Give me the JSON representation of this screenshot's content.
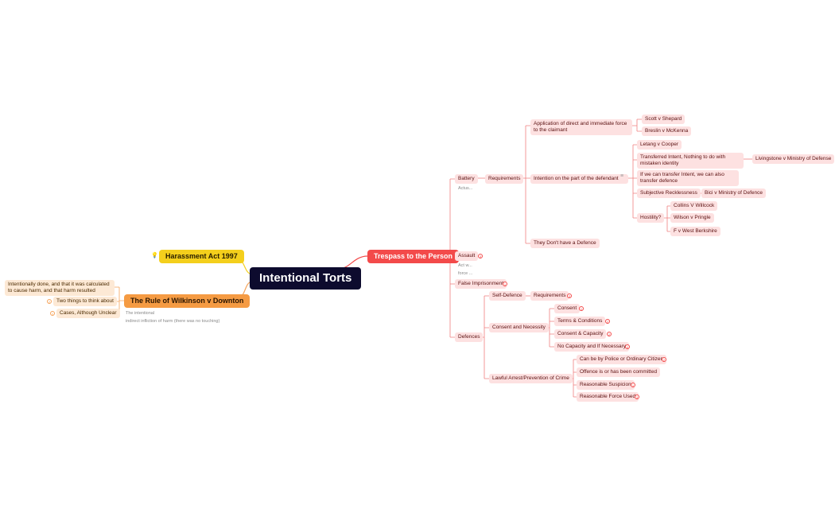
{
  "colors": {
    "root": "#0d0b2e",
    "trespass": "#f34a4a",
    "harassment": "#f4cf1c",
    "wilkinson": "#f59b43",
    "link_red": "#f08080",
    "link_orange": "#f5a35a",
    "link_yellow": "#f4cf1c"
  },
  "root": "Intentional Torts",
  "harassment": {
    "label": "Harassment Act 1997"
  },
  "wilkinson": {
    "label": "The Rule of Wilkinson v Downton",
    "children": [
      "Intentionally done, and that it was calculated to cause harm, and that harm resulted",
      "Two things to think about",
      "Cases, Although Unclear"
    ],
    "notes": [
      "The intentional",
      "indirect infliction of harm (there was no touching)"
    ],
    "badges": [
      "2",
      "1"
    ]
  },
  "trespass": {
    "label": "Trespass to the Person",
    "battery": {
      "label": "Battery",
      "note": "Actus...",
      "requirements": {
        "label": "Requirements",
        "application": {
          "label": "Application of direct and immediate force to the claimant",
          "cases": [
            "Scott v Shepard",
            "Breslin v McKenna"
          ]
        },
        "intention": {
          "label": "Intention on the part of the defendant",
          "items": {
            "letang": "Letang v Cooper",
            "transferred": "Transferred Intent, Nothing to do with mistaken identity",
            "transferred_case": "Livingstone v Ministry of Defense",
            "transfer_defence": "If we can transfer Intent, we can also transfer defence",
            "subjective": "Subjective Recklessness",
            "subjective_case": "Bici v Ministry of Defence",
            "hostility": "Hostility?",
            "hostility_cases": [
              "Collins V Willcock",
              "Wilson v Pringle",
              "F v West Berkshire"
            ]
          }
        },
        "no_defence": "They Don't have a Defence"
      }
    },
    "assault": {
      "label": "Assault",
      "badge": "3",
      "notes": [
        "Act w...",
        "force ..."
      ]
    },
    "false_imprisonment": {
      "label": "False Imprisonment",
      "badge": "1"
    },
    "defences": {
      "label": "Defences",
      "self_defence": {
        "label": "Self-Defence",
        "requirements": "Requirements",
        "badge": "3"
      },
      "consent_necessity": {
        "label": "Consent and Necessity",
        "items": [
          {
            "label": "Consent",
            "badge": "1"
          },
          {
            "label": "Terms & Conditions",
            "badge": "2"
          },
          {
            "label": "Consent & Capacity",
            "badge": "2"
          },
          {
            "label": "No Capacity and If Necessary",
            "badge": "4"
          }
        ]
      },
      "lawful_arrest": {
        "label": "Lawful Arrest/Prevention of Crime",
        "items": [
          {
            "label": "Can be by Police or Ordinary Citizen",
            "badge": "2"
          },
          {
            "label": "Offence is or has been committed",
            "badge": ""
          },
          {
            "label": "Reasonable Suspicion",
            "badge": "1"
          },
          {
            "label": "Reasonable Force Used",
            "badge": "3"
          }
        ]
      }
    }
  }
}
